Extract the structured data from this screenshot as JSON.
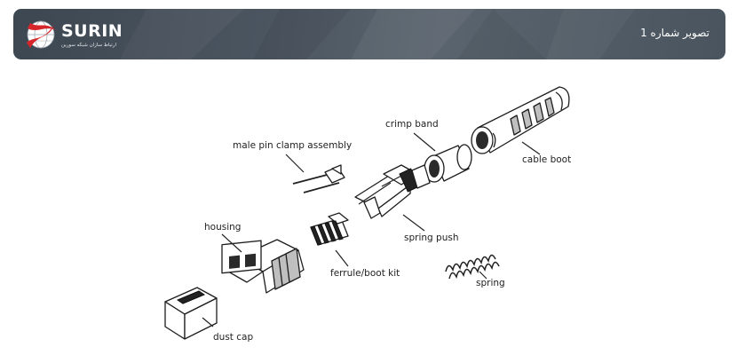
{
  "header": {
    "logo_text": "SURIN",
    "logo_subtitle": "ارتباط سازان شبکه سورین",
    "title": "تصویر شماره 1"
  },
  "diagram": {
    "labels": {
      "male_pin_clamp": "male pin clamp assembly",
      "crimp_band": "crimp band",
      "cable_boot": "cable boot",
      "housing": "housing",
      "spring_push": "spring push",
      "ferrule_boot_kit": "ferrule/boot kit",
      "spring": "spring",
      "dust_cap": "dust cap"
    }
  },
  "colors": {
    "header_bg": "#4b5560",
    "logo_red": "#d7262b",
    "part_gray": "#bfbfbf",
    "line": "#1d1d1d"
  }
}
